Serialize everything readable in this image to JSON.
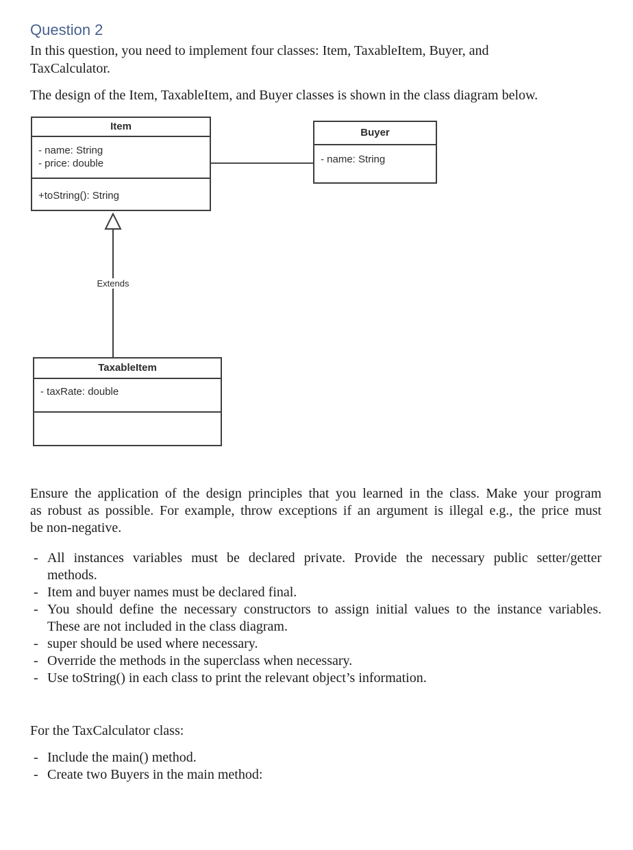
{
  "page": {
    "heading": {
      "text": "Question 2",
      "color": "#47618c"
    },
    "intro_lines": [
      "In this question, you need to implement four classes: Item, TaxableItem, Buyer, and",
      "TaxCalculator."
    ],
    "design_line": "The design of the Item, TaxableItem, and Buyer classes is shown in the class diagram below.",
    "ensure_lines": [
      "Ensure the application of the design principles that you learned in the class. Make your program",
      "as robust as possible. For example, throw exceptions if an argument is illegal e.g., the price must",
      "be non-negative."
    ],
    "requirements": {
      "marker": "-",
      "items": [
        {
          "lines": [
            "All instances variables must be declared private. Provide the necessary public setter/getter",
            "methods."
          ]
        },
        {
          "lines": [
            "Item and buyer names must be declared final."
          ]
        },
        {
          "lines": [
            "You should define the necessary constructors to assign initial values to the instance variables.",
            "These are not included in the class diagram."
          ]
        },
        {
          "lines": [
            "super should be used where necessary."
          ]
        },
        {
          "lines": [
            "Override the methods in the superclass when necessary."
          ]
        },
        {
          "lines": [
            "Use toString() in each class to print the relevant object’s information."
          ]
        }
      ]
    },
    "taxcalculator": {
      "heading": "For the TaxCalculator class:",
      "marker": "-",
      "items": [
        "Include the main() method.",
        "Create two Buyers in the main method:"
      ]
    }
  },
  "diagram": {
    "item": {
      "title": "Item",
      "attributes": [
        "- name: String",
        "- price: double"
      ],
      "methods": [
        "+toString(): String"
      ]
    },
    "buyer": {
      "title": "Buyer",
      "attributes": [
        "- name: String"
      ]
    },
    "taxable_item": {
      "title": "TaxableItem",
      "attributes": [
        "- taxRate: double"
      ]
    },
    "extends_label": "Extends",
    "line_color": "#3d3d3d"
  },
  "colors": {
    "background": "#ffffff",
    "text": "#1c1c1c"
  }
}
